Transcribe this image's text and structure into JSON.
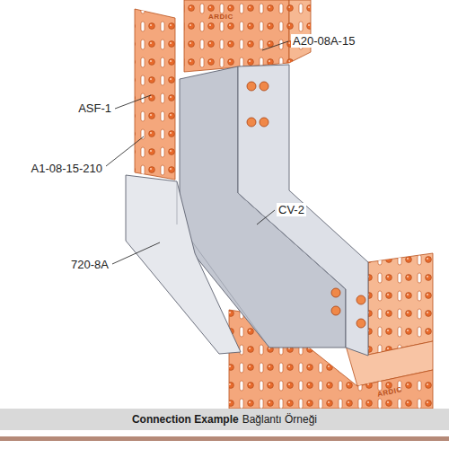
{
  "diagram": {
    "caption": "Connection Example",
    "labels": [
      "A20-08A-15",
      "ASF-1",
      "A1-08-15-210",
      "CV-2",
      "720-8A",
      "Bağlantı Örneği",
      "ARDIC",
      "ARDIC"
    ]
  }
}
